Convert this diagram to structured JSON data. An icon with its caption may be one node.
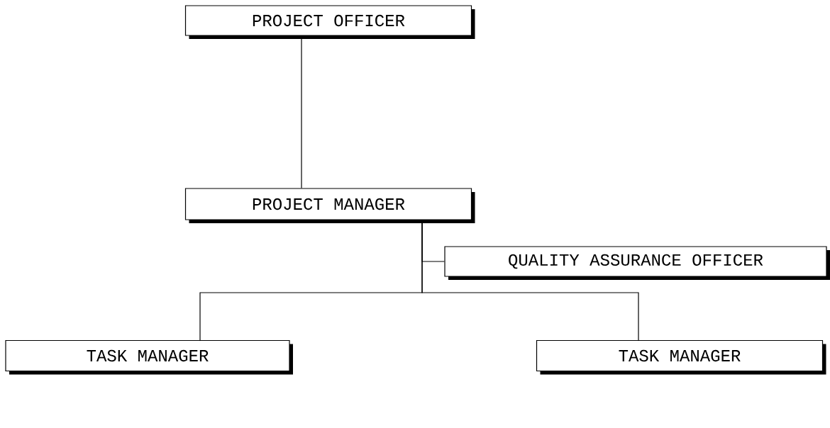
{
  "diagram": {
    "nodes": [
      {
        "text": [
          "PROJECT OFFICER"
        ]
      },
      {
        "text": [
          "PROJECT MANAGER"
        ]
      },
      {
        "text": [
          "QUALITY ASSURANCE OFFICER"
        ]
      },
      {
        "text": [
          "TASK MANAGER"
        ]
      },
      {
        "text": [
          "TASK MANAGER"
        ]
      }
    ],
    "edges": [
      {
        "from": 0,
        "to": 1,
        "arrow": "none"
      },
      {
        "from": 1,
        "to": 2,
        "arrow": "none"
      },
      {
        "from": 1,
        "to": 3,
        "arrow": "none"
      },
      {
        "from": 1,
        "to": 4,
        "arrow": "none"
      }
    ]
  }
}
